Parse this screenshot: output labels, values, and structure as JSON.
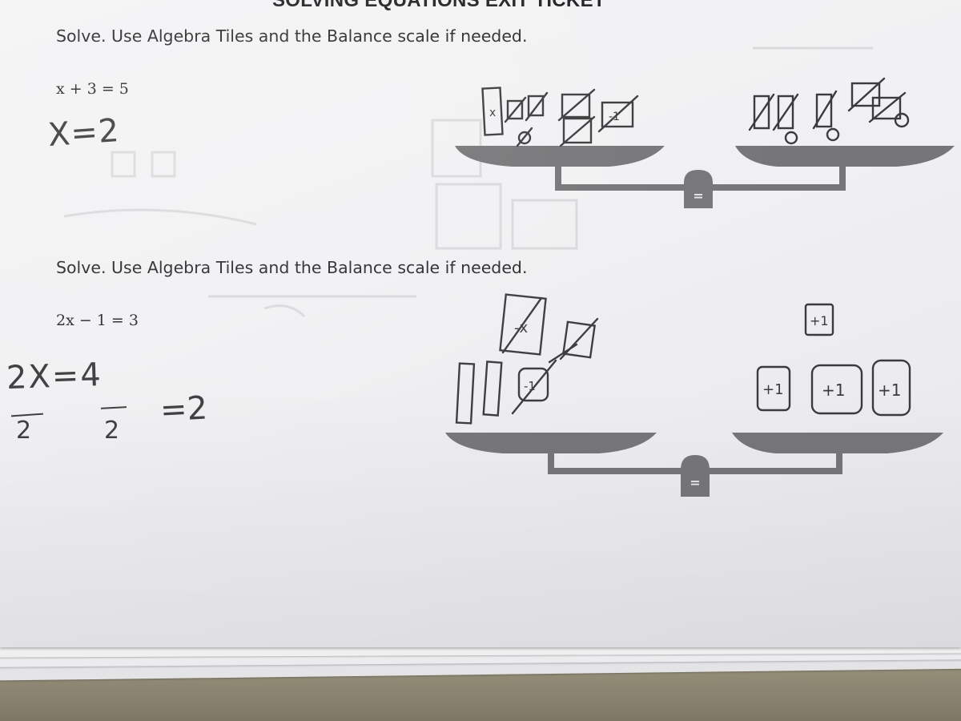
{
  "worksheet": {
    "title": "SOLVING EQUATIONS EXIT TICKET",
    "problems": [
      {
        "instruction": "Solve. Use Algebra Tiles and the Balance scale if needed.",
        "equation": "x + 3 = 5",
        "handwritten_answer": "X=2",
        "left_tiles": [
          "x",
          "+1",
          "+1",
          "+1",
          "-1",
          "-1",
          "-1"
        ],
        "right_tiles": [
          "+1",
          "+1",
          "+1",
          "+1",
          "+1",
          "-1",
          "-1"
        ],
        "scale_symbol": "="
      },
      {
        "instruction": "Solve. Use Algebra Tiles and the Balance scale if needed.",
        "equation": "2x − 1 = 3",
        "handwritten_work": {
          "top": "2X=4",
          "denominator_left": "2",
          "denominator_right": "2",
          "result": "=2"
        },
        "left_tiles": [
          "+1",
          "-x",
          "-1",
          "x",
          "x"
        ],
        "right_tiles": [
          "+1",
          "+1",
          "+1",
          "+1"
        ],
        "scale_symbol": "="
      }
    ]
  },
  "colors": {
    "paper": "#f2f2f4",
    "scale": "#7a7a7c",
    "pencil": "#3b3b3d",
    "ink": "#2a2a2c",
    "desk": "#8a8471"
  }
}
